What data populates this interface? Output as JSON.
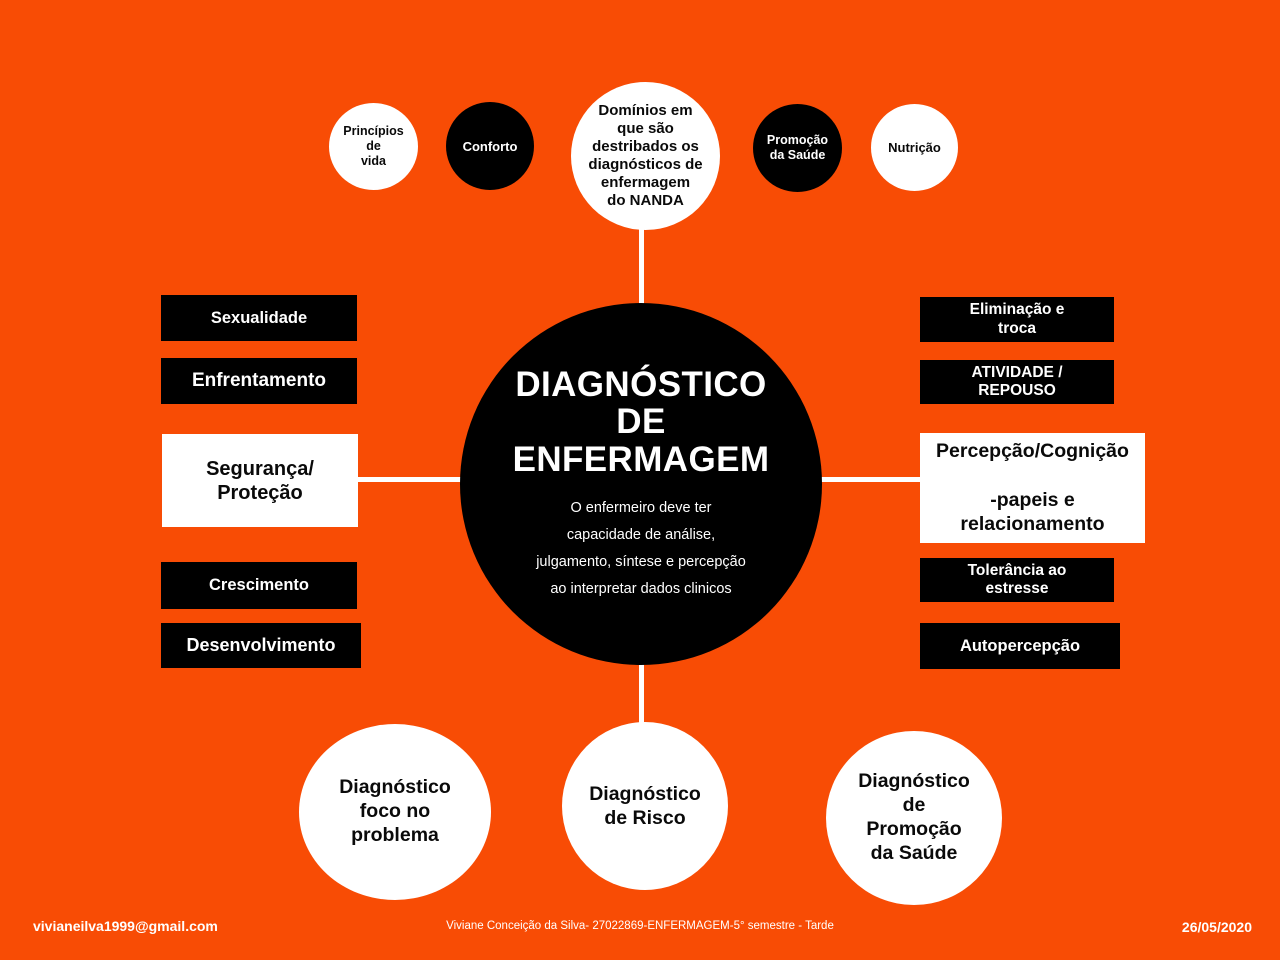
{
  "background_color": "#F84C05",
  "palette": {
    "orange": "#F84C05",
    "black": "#000000",
    "white": "#FFFFFF"
  },
  "center": {
    "title": "DIAGNÓSTICO\nDE\nENFERMAGEM",
    "subtitle": "O enfermeiro  deve ter\ncapacidade de análise,\njulgamento, síntese e percepção\nao interpretar dados clinicos"
  },
  "top_bubbles": [
    {
      "id": "principios-de-vida",
      "label": "Princípios\nde\nvida",
      "fill": "white"
    },
    {
      "id": "conforto",
      "label": "Conforto",
      "fill": "black"
    },
    {
      "id": "dominios-nanda",
      "label": "Domínios em\nque são\ndestribados os\ndiagnósticos de\nenfermagem\ndo NANDA",
      "fill": "white"
    },
    {
      "id": "promocao-da-saude",
      "label": "Promoção\nda Saúde",
      "fill": "black"
    },
    {
      "id": "nutricao",
      "label": "Nutrição",
      "fill": "white"
    }
  ],
  "bottom_bubbles": [
    {
      "id": "diagnostico-foco-no-problema",
      "label": "Diagnóstico\nfoco no\nproblema",
      "fill": "white"
    },
    {
      "id": "diagnostico-de-risco",
      "label": "Diagnóstico\nde Risco",
      "fill": "white"
    },
    {
      "id": "diagnostico-de-promocao-da-saude",
      "label": "Diagnóstico\nde\nPromoção\nda Saúde",
      "fill": "white"
    }
  ],
  "left_boxes": [
    {
      "id": "sexualidade",
      "label": "Sexualidade",
      "fill": "black"
    },
    {
      "id": "enfrentamento",
      "label": "Enfrentamento",
      "fill": "black"
    },
    {
      "id": "seguranca-protecao",
      "label": "Segurança/\nProteção",
      "fill": "white"
    },
    {
      "id": "crescimento",
      "label": "Crescimento",
      "fill": "black"
    },
    {
      "id": "desenvolvimento",
      "label": "Desenvolvimento",
      "fill": "black"
    }
  ],
  "right_boxes": [
    {
      "id": "eliminacao-e-troca",
      "label": "Eliminação e\ntroca",
      "fill": "black"
    },
    {
      "id": "atividade-repouso",
      "label": "ATIVIDADE /\nREPOUSO",
      "fill": "black"
    },
    {
      "id": "percepcao-cognicao",
      "label": "Percepção/Cognição\n\n-papeis e\nrelacionamento",
      "fill": "white"
    },
    {
      "id": "tolerancia-ao-estresse",
      "label": "Tolerância ao\nestresse",
      "fill": "black"
    },
    {
      "id": "autopercepcao",
      "label": "Autopercepção",
      "fill": "black"
    }
  ],
  "footer": {
    "email": "vivianeilva1999@gmail.com",
    "author_line": "Viviane Conceição da Silva- 27022869-ENFERMAGEM-5° semestre - Tarde",
    "date": "26/05/2020"
  }
}
